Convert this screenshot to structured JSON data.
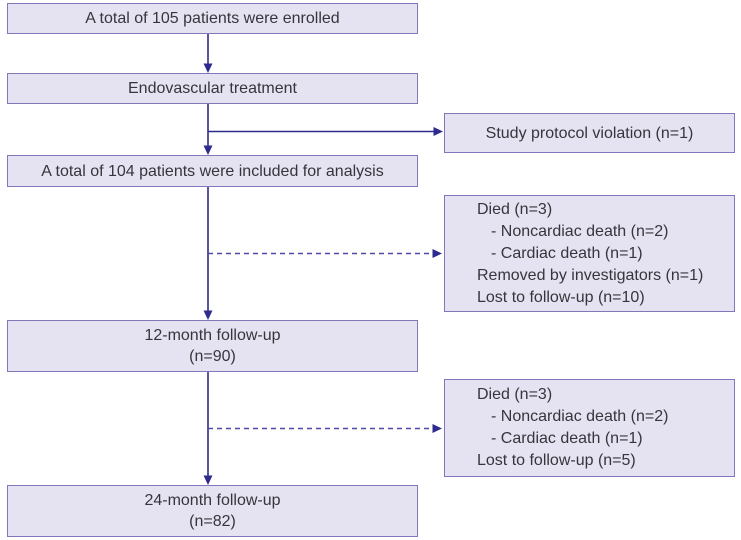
{
  "flow_boxes": [
    {
      "id": "enrolled",
      "lines": [
        "A total of 105 patients were enrolled"
      ]
    },
    {
      "id": "treatment",
      "lines": [
        "Endovascular treatment"
      ]
    },
    {
      "id": "analysis",
      "lines": [
        "A total of 104 patients were included for analysis"
      ]
    },
    {
      "id": "followup-12-month",
      "lines": [
        "12-month follow-up",
        "(n=90)"
      ]
    },
    {
      "id": "followup-24-month",
      "lines": [
        "24-month follow-up",
        "(n=82)"
      ]
    }
  ],
  "side_boxes": [
    {
      "id": "protocol-violation",
      "lines": [
        "Study protocol violation (n=1)"
      ]
    },
    {
      "id": "attrition-before-12-month",
      "lines": [
        "Died (n=3)",
        "- Noncardiac death (n=2)",
        "- Cardiac death (n=1)",
        "Removed by investigators (n=1)",
        "Lost to follow-up (n=10)"
      ]
    },
    {
      "id": "attrition-before-24-month",
      "lines": [
        "Died (n=3)",
        "- Noncardiac death (n=2)",
        "- Cardiac death (n=1)",
        "Lost to follow-up (n=5)"
      ]
    }
  ],
  "colors": {
    "box_fill": "#e5e3f1",
    "box_border": "#8078bb",
    "arrow_solid": "#2f2b8e",
    "arrow_dashed": "#4f49a8",
    "text": "#36353b"
  }
}
